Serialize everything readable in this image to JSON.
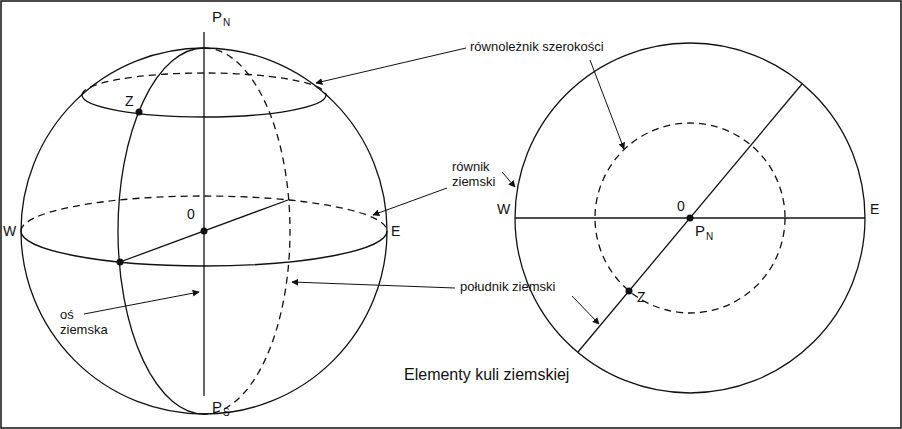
{
  "diagram": {
    "caption": "Elementy kuli ziemskiej",
    "labels": [
      "P",
      "N",
      "Z",
      "W",
      "0",
      "E",
      "P",
      "S",
      "oś ziemska",
      "równoleżnik szerokości",
      "równik ziemski",
      "południk ziemski",
      "W",
      "0",
      "E",
      "P",
      "N",
      "Z"
    ]
  }
}
